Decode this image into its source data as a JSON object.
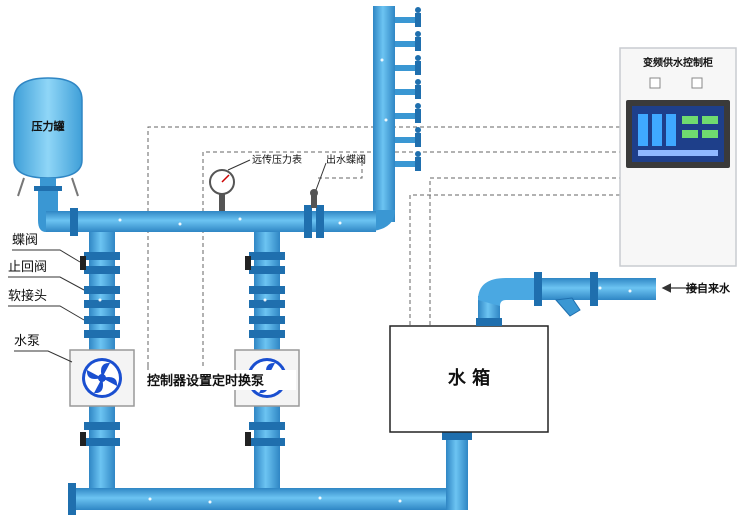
{
  "labels": {
    "pressure_tank": "压力罐",
    "butterfly_valve": "蝶阀",
    "check_valve": "止回阀",
    "soft_joint": "软接头",
    "water_pump": "水泵",
    "remote_gauge": "远传压力表",
    "outlet_valve": "出水蝶阀",
    "control_cabinet": "变频供水控制柜",
    "controller_note": "控制器设置定时换泵",
    "water_tank": "水 箱",
    "inlet": "接自来水"
  },
  "colors": {
    "pipe": "#5ab4ea",
    "pipe_dark": "#2f86c4",
    "valve": "#1f6fae",
    "pump_blade": "#1a4fd0",
    "screen_bg": "#1e3f8a",
    "cabinet_border": "#c8ccd0",
    "dashed": "#666666"
  },
  "icons": {
    "pump": "pump-impeller-icon",
    "gauge": "pressure-gauge-icon",
    "valve": "butterfly-valve-icon"
  }
}
